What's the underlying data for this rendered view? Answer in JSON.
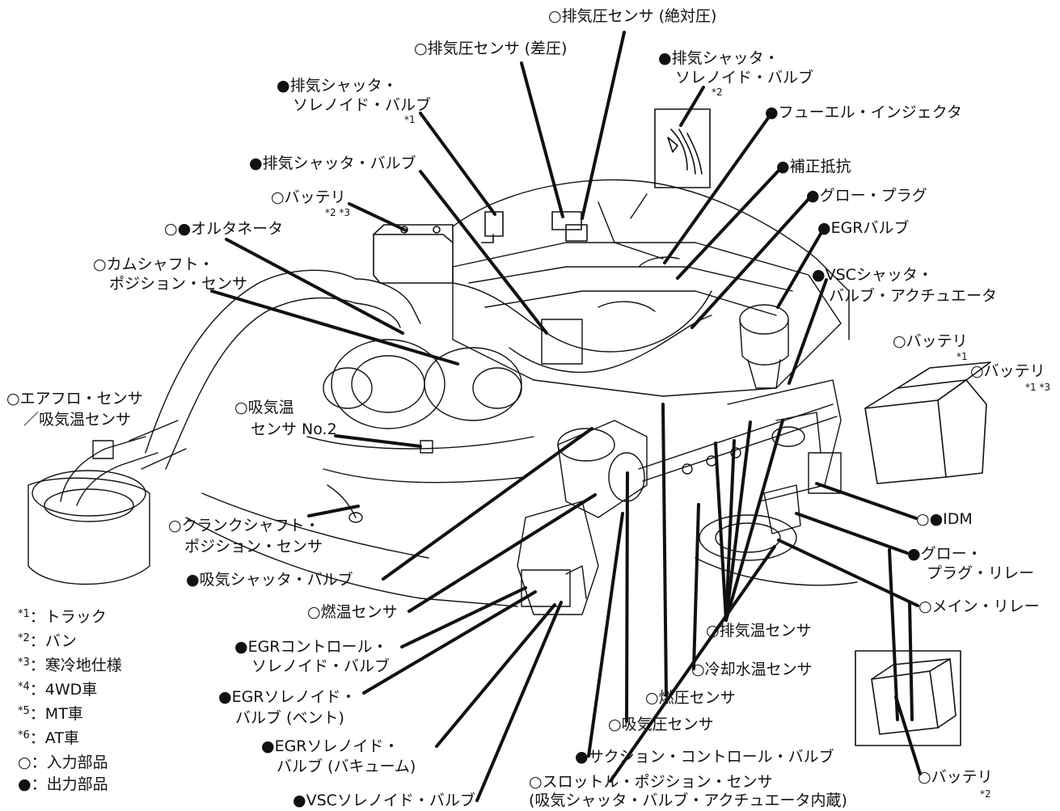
{
  "labels": {
    "exhaust_pressure_abs": "○排気圧センサ (絶対圧)",
    "exhaust_pressure_diff": "○排気圧センサ (差圧)",
    "exhaust_shutter_solenoid_2_l1": "●排気シャッタ・",
    "exhaust_shutter_solenoid_2_l2": "ソレノイド・バルブ",
    "exhaust_shutter_solenoid_2_mark": "*2",
    "exhaust_shutter_solenoid_1_l1": "●排気シャッタ・",
    "exhaust_shutter_solenoid_1_l2": "ソレノイド・バルブ",
    "exhaust_shutter_solenoid_1_mark": "*1",
    "fuel_injector": "●フューエル・インジェクタ",
    "exhaust_shutter_valve": "●排気シャッタ・バルブ",
    "correction_resistor": "●補正抵抗",
    "battery_23": "○バッテリ",
    "battery_23_mark": "*2 *3",
    "glow_plug": "●グロー・プラグ",
    "alternator": "○●オルタネータ",
    "egr_valve": "●EGRバルブ",
    "camshaft_l1": "○カムシャフト・",
    "camshaft_l2": "ポジション・センサ",
    "vsc_actuator_l1": "●VSCシャッタ・",
    "vsc_actuator_l2": "バルブ・アクチュエータ",
    "battery_1": "○バッテリ",
    "battery_1_mark": "*1",
    "battery_13": "○バッテリ",
    "battery_13_mark": "*1 *3",
    "airflow_l1": "○エアフロ・センサ",
    "airflow_l2": "／吸気温センサ",
    "intake_temp2_l1": "○吸気温",
    "intake_temp2_l2": "センサ No.2",
    "idm": "○●IDM",
    "crankshaft_l1": "○クランクシャフト・",
    "crankshaft_l2": "ポジション・センサ",
    "glow_relay_l1": "●グロー・",
    "glow_relay_l2": "プラグ・リレー",
    "intake_shutter_valve": "●吸気シャッタ・バルブ",
    "main_relay": "○メイン・リレー",
    "fuel_temp": "○燃温センサ",
    "exhaust_temp": "○排気温センサ",
    "egr_control_l1": "●EGRコントロール・",
    "egr_control_l2": "ソレノイド・バルブ",
    "coolant_temp": "○冷却水温センサ",
    "egr_vent_l1": "●EGRソレノイド・",
    "egr_vent_l2": "バルブ (ベント)",
    "fuel_pressure": "○燃圧センサ",
    "intake_pressure": "○吸気圧センサ",
    "egr_vacuum_l1": "●EGRソレノイド・",
    "egr_vacuum_l2": "バルブ (バキューム)",
    "suction_control": "●サクション・コントロール・バルブ",
    "throttle_l1": "○スロットル・ポジション・センサ",
    "throttle_l2": "(吸気シャッタ・バルブ・アクチュエータ内蔵)",
    "battery_2": "○バッテリ",
    "battery_2_mark": "*2",
    "vsc_solenoid": "●VSCソレノイド・バルブ"
  },
  "legend": [
    {
      "key": "*1",
      "sep": "：",
      "text": "トラック"
    },
    {
      "key": "*2",
      "sep": "：",
      "text": "バン"
    },
    {
      "key": "*3",
      "sep": "：",
      "text": "寒冷地仕様"
    },
    {
      "key": "*4",
      "sep": "：",
      "text": "4WD車"
    },
    {
      "key": "*5",
      "sep": "：",
      "text": "MT車"
    },
    {
      "key": "*6",
      "sep": "：",
      "text": "AT車"
    },
    {
      "key": "○",
      "sep": "：",
      "text": "入力部品"
    },
    {
      "key": "●",
      "sep": "：",
      "text": "出力部品"
    }
  ]
}
